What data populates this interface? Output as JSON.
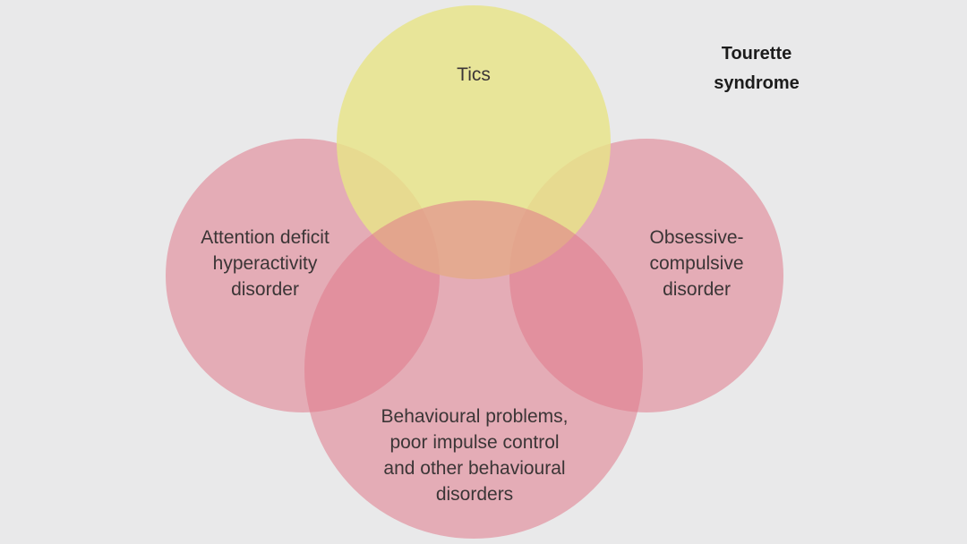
{
  "diagram": {
    "title": "Tourette\nsyndrome",
    "circles": {
      "tics": {
        "label": "Tics",
        "color": "#e8e488"
      },
      "adhd": {
        "label": "Attention deficit\nhyperactivity\ndisorder",
        "color": "#e07a8a"
      },
      "ocd": {
        "label": "Obsessive-\ncompulsive\ndisorder",
        "color": "#e07a8a"
      },
      "behaviour": {
        "label": "Behavioural problems,\npoor impulse control\nand other behavioural\ndisorders",
        "color": "#e07a8a"
      }
    }
  }
}
